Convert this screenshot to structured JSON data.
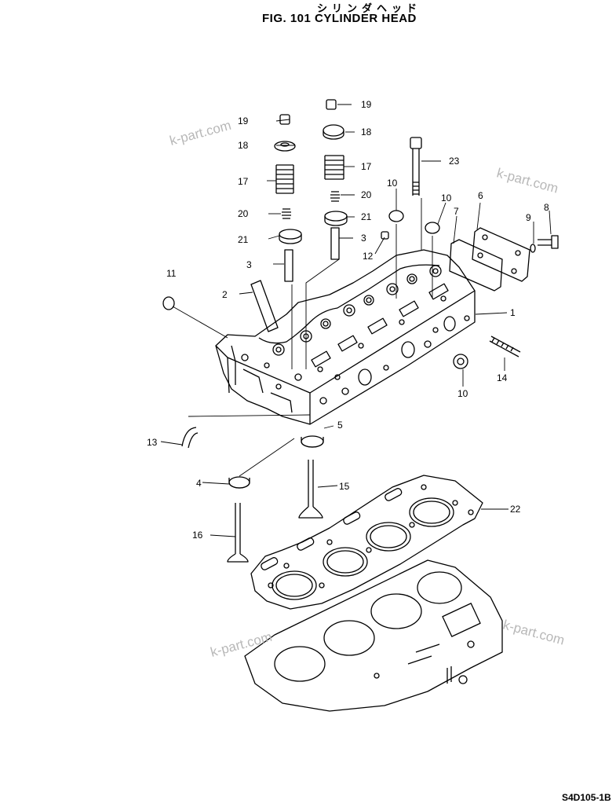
{
  "header": {
    "title_jp": "シリンダヘッド",
    "title": "FIG. 101  CYLINDER HEAD"
  },
  "footer": {
    "ref": "S4D105-1B"
  },
  "watermark": "k-part.com",
  "callouts": {
    "c19a": "19",
    "c19b": "19",
    "c18a": "18",
    "c18b": "18",
    "c17a": "17",
    "c17b": "17",
    "c20a": "20",
    "c20b": "20",
    "c21a": "21",
    "c21b": "21",
    "c3a": "3",
    "c3b": "3",
    "c23": "23",
    "c10a": "10",
    "c10b": "10",
    "c10c": "10",
    "c6": "6",
    "c7": "7",
    "c9": "9",
    "c8": "8",
    "c11": "11",
    "c2": "2",
    "c12": "12",
    "c1": "1",
    "c14": "14",
    "c13": "13",
    "c5": "5",
    "c4": "4",
    "c15": "15",
    "c22": "22",
    "c16": "16"
  },
  "colors": {
    "ink": "#000000",
    "watermark": "#b8b8b8"
  }
}
